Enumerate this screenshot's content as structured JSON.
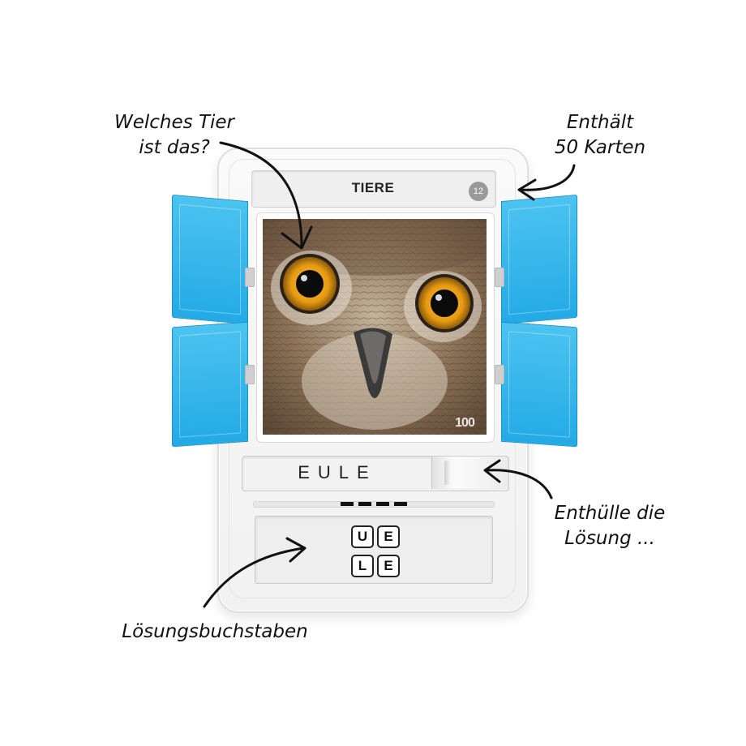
{
  "device": {
    "category": "TIERE",
    "card_number": "12",
    "photo_logo": "100",
    "answer": "EULE",
    "letters": [
      "U",
      "E",
      "L",
      "E"
    ]
  },
  "callouts": {
    "question_line1": "Welches Tier",
    "question_line2": "ist das?",
    "contains_line1": "Enthält",
    "contains_line2": "50 Karten",
    "reveal_line1": "Enthülle die",
    "reveal_line2": "Lösung ...",
    "letters_label": "Lösungsbuchstaben"
  },
  "colors": {
    "door_blue": "#23aae6",
    "device_white": "#f4f4f4",
    "owl_eye": "#e8a21a"
  },
  "icons": [
    "owl-photo",
    "hinge-icon",
    "slider-grip-icon",
    "arrow-icon"
  ]
}
